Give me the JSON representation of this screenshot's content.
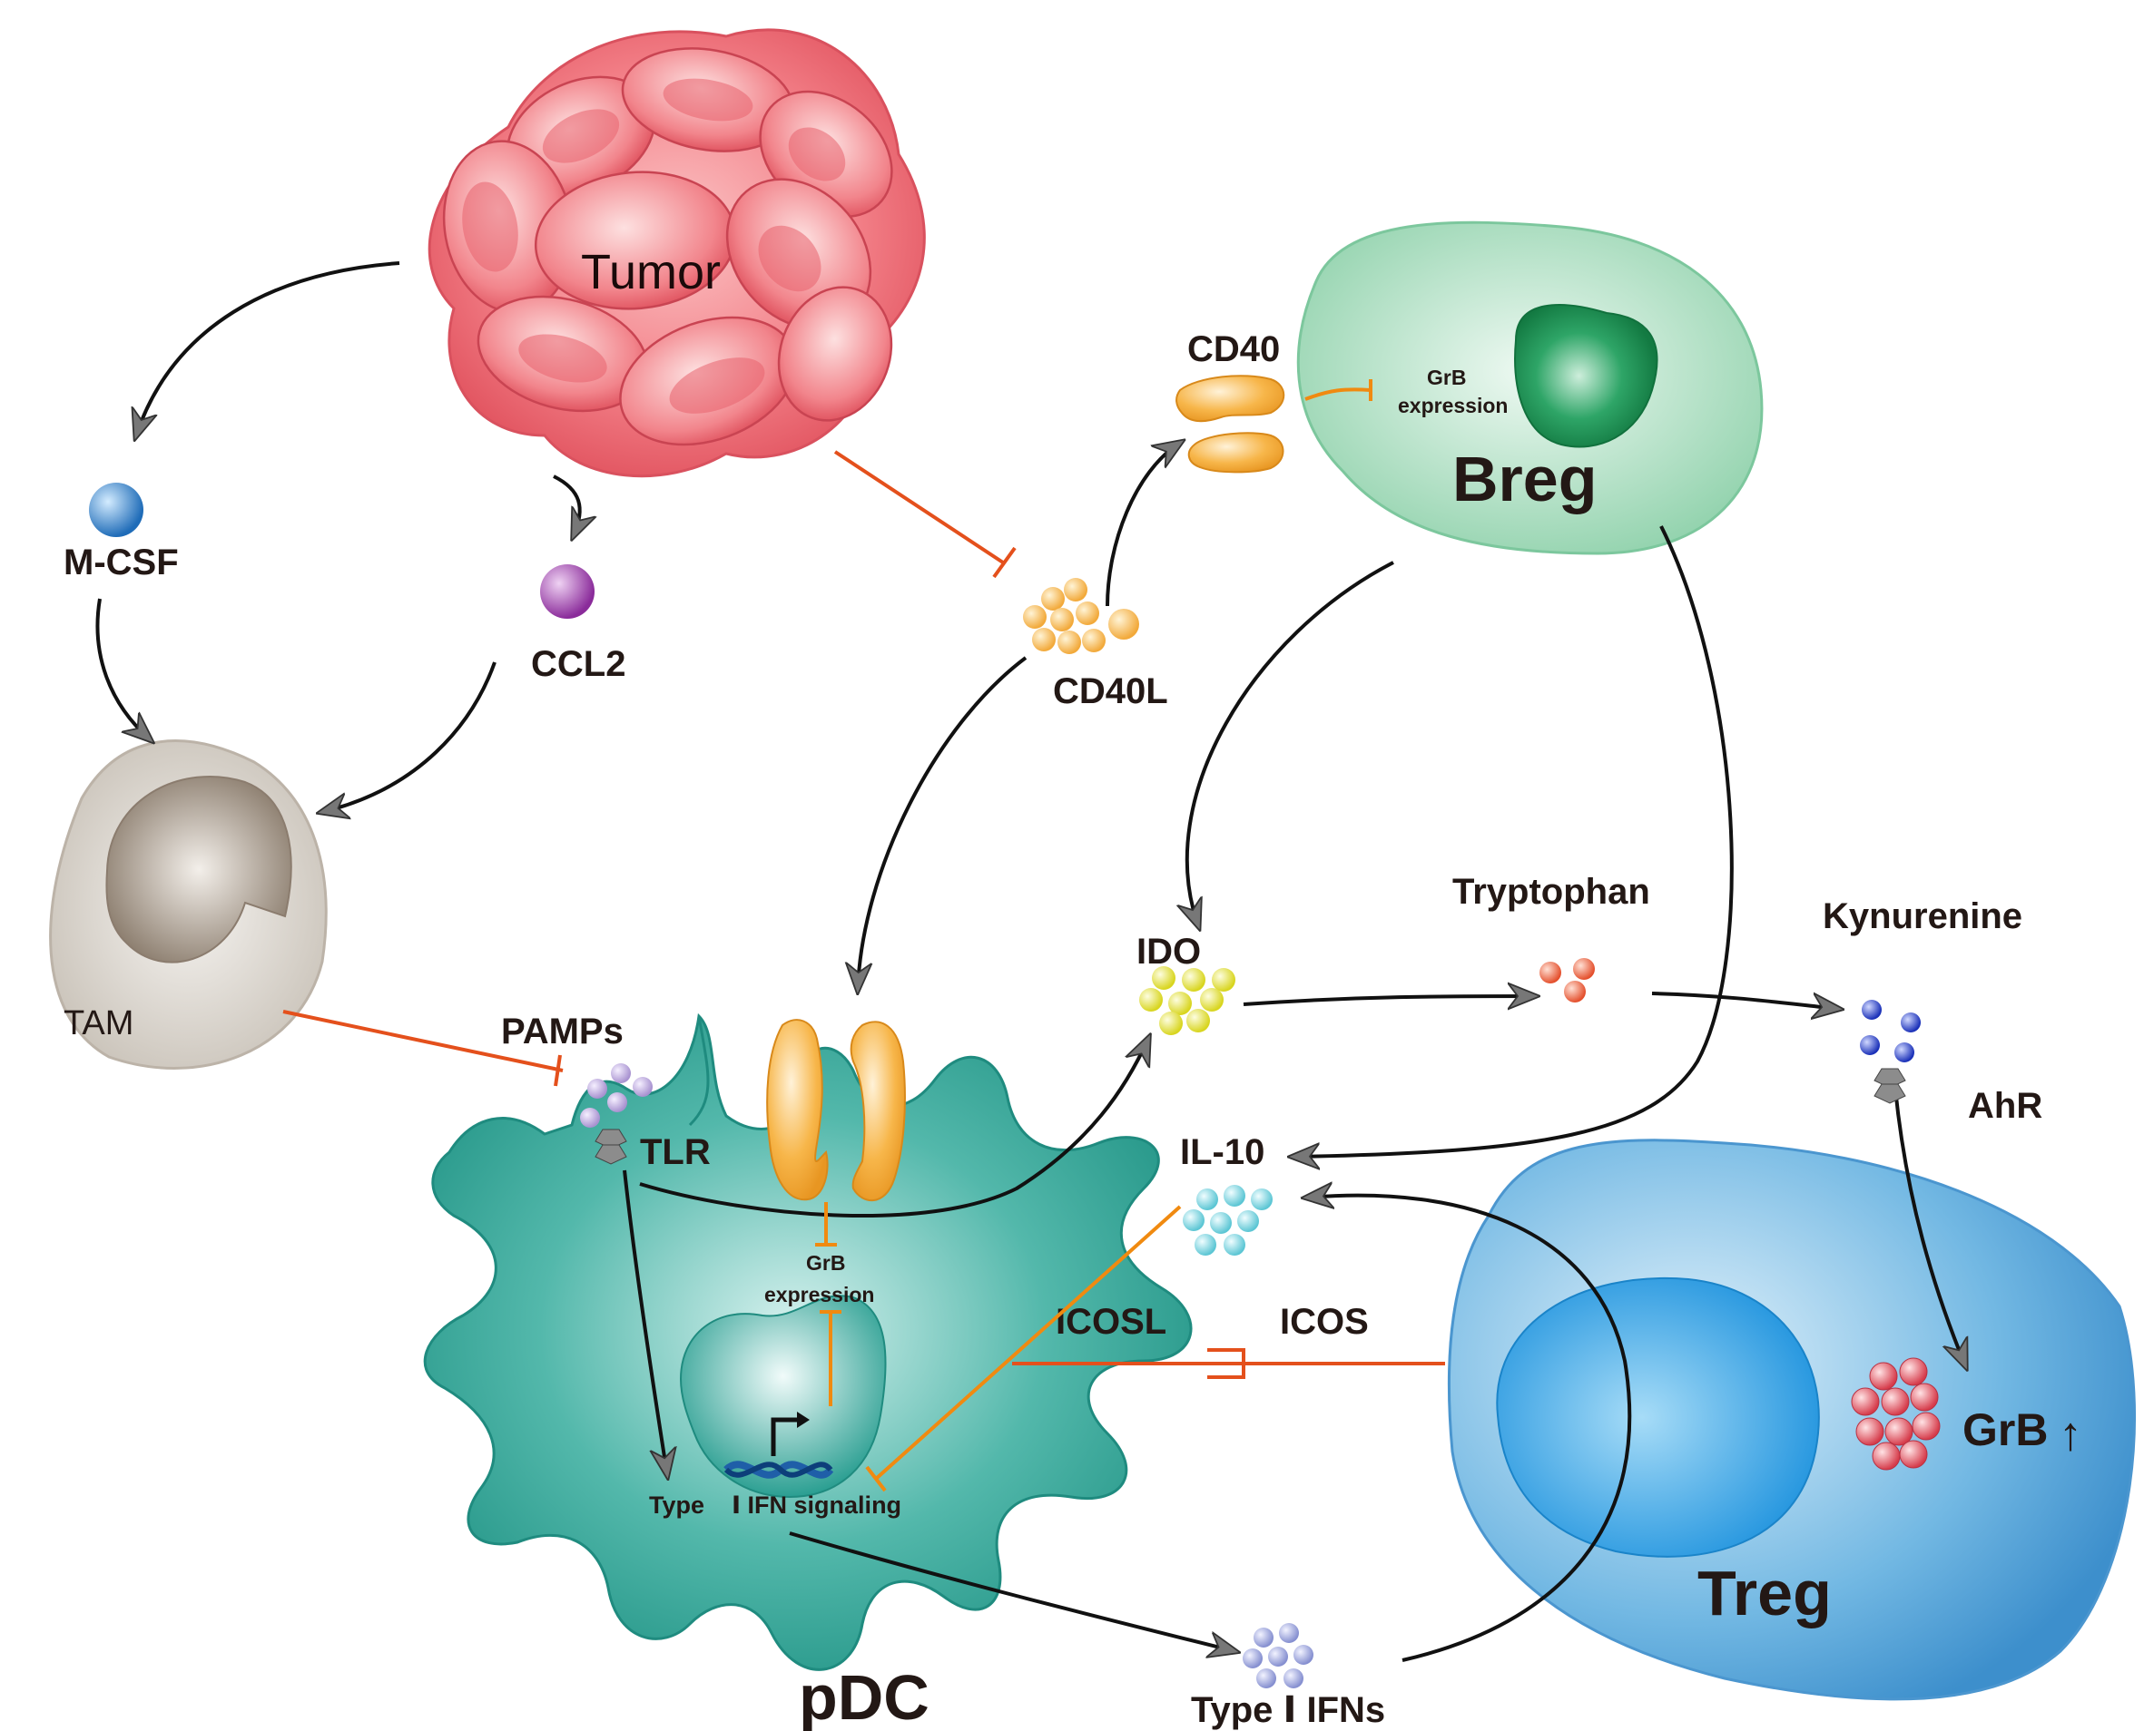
{
  "labels": {
    "tumor": "Tumor",
    "m_csf": "M-CSF",
    "ccl2": "CCL2",
    "tam": "TAM",
    "cd40": "CD40",
    "cd40l": "CD40L",
    "breg_grb_line1": "GrB",
    "breg_grb_line2": "expression",
    "breg": "Breg",
    "ido": "IDO",
    "tryptophan": "Tryptophan",
    "kynurenine": "Kynurenine",
    "ahr": "AhR",
    "pamps": "PAMPs",
    "tlr": "TLR",
    "il10": "IL-10",
    "pdc_grb_line1": "GrB",
    "pdc_grb_line2": "expression",
    "icosl": "ICOSL",
    "icos": "ICOS",
    "type_i_ifn_signaling_type": "Type",
    "type_i_ifn_signaling_rest": "Ⅰ IFN signaling",
    "pdc": "pDC",
    "type_i_ifns": "Type Ⅰ IFNs",
    "treg": "Treg",
    "treg_grb": "GrB",
    "treg_grb_arrow": "↑"
  },
  "colors": {
    "tumor": "#f06a72",
    "breg": "#a6dcbf",
    "breg_nucleus": "#1a9a55",
    "tam": "#d8d3cb",
    "tam_nucleus": "#9e9083",
    "pdc": "#35a69a",
    "treg": "#5aa9dd",
    "treg_nucleus": "#2b9be0",
    "cd40_receptor": "#f6b244",
    "inhibition_red": "#e4501c",
    "inhibition_orange": "#f08a10",
    "arrow": "#111111",
    "m_csf": "#2f7fc4",
    "ccl2": "#9b3aa6",
    "cd40l_dots": "#f7b948",
    "ido_dots": "#e4e23a",
    "tryptophan_dots": "#ee6a4a",
    "kynurenine_dots": "#2540c8",
    "pamps_dots": "#bca5d8",
    "il10_dots": "#7ad3dd",
    "type_i_ifn_dots": "#9aa2d8",
    "grb_granules": "#e25a66"
  }
}
